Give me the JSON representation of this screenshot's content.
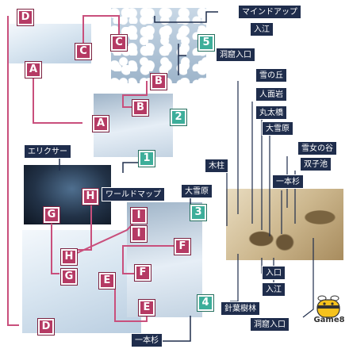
{
  "markers": {
    "D": "D",
    "C": "C",
    "A": "A",
    "B": "B",
    "H": "H",
    "G": "G",
    "I": "I",
    "F": "F",
    "E": "E"
  },
  "numbers": {
    "n1": "1",
    "n2": "2",
    "n3": "3",
    "n4": "4",
    "n5": "5"
  },
  "labels": {
    "mind_up": "マインドアップ",
    "inlet_top": "入江",
    "cave_entrance_top": "洞窟入口",
    "elixir": "エリクサー",
    "world_map": "ワールドマップ",
    "great_snowfield_left": "大雪原",
    "lone_cedar_bottom": "一本杉",
    "snow_hill": "雪の丘",
    "face_rock": "人面岩",
    "log_bridge": "丸太橋",
    "great_snowfield_right": "大雪原",
    "snow_woman_valley": "雪女の谷",
    "twin_ponds": "双子池",
    "wooden_pillar": "木柱",
    "lone_cedar_right": "一本杉",
    "entrance": "入口",
    "inlet_right": "入江",
    "conifer_forest": "針葉樹林",
    "cave_entrance_bottom": "洞窟入口"
  },
  "brand": {
    "name": "Game8",
    "mascot": "bee-icon"
  },
  "colors": {
    "marker": "#b53a64",
    "number": "#3dae9a",
    "label_bg": "#1f2d4c",
    "route_line": "#c94f7c"
  }
}
